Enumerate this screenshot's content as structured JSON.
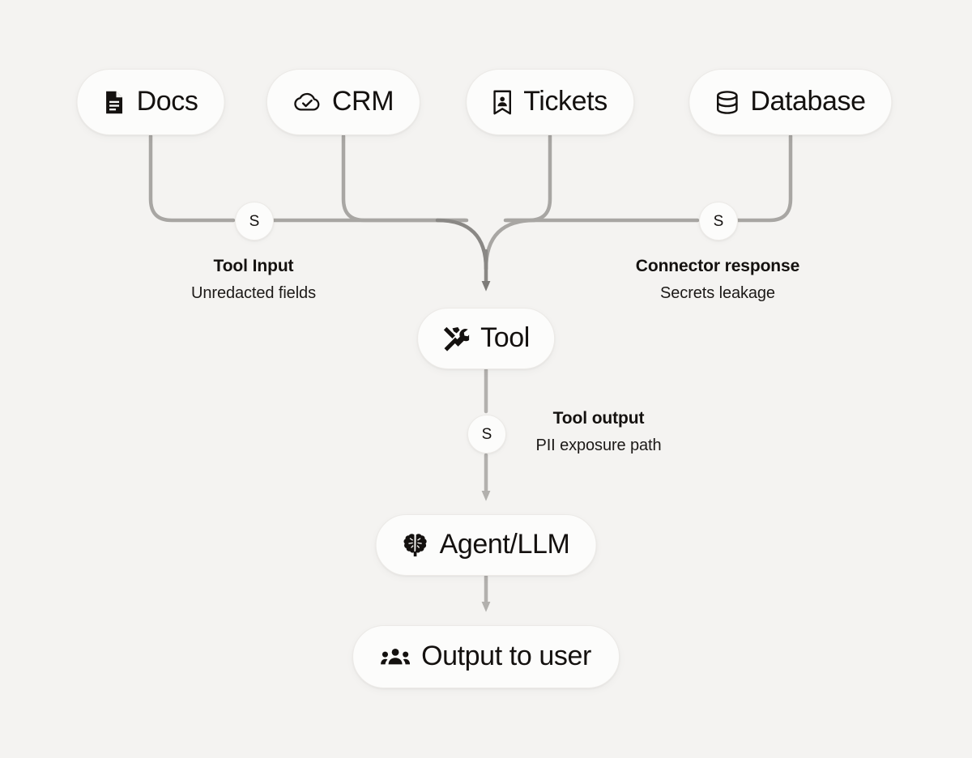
{
  "canvas": {
    "background": "#f4f3f1",
    "wire_color": "#a8a6a3",
    "wire_color_strong": "#8a8885",
    "text_color": "#14110f"
  },
  "sources": [
    {
      "id": "docs",
      "label": "Docs",
      "icon": "document-icon"
    },
    {
      "id": "crm",
      "label": "CRM",
      "icon": "cloud-check-icon"
    },
    {
      "id": "tickets",
      "label": "Tickets",
      "icon": "ticket-person-icon"
    },
    {
      "id": "database",
      "label": "Database",
      "icon": "database-cylinder-icon"
    }
  ],
  "pipeline": [
    {
      "id": "tool",
      "label": "Tool",
      "icon": "hammer-wrench-icon"
    },
    {
      "id": "agent",
      "label": "Agent/LLM",
      "icon": "brain-icon"
    },
    {
      "id": "output",
      "label": "Output to user",
      "icon": "people-group-icon"
    }
  ],
  "badges": {
    "tool_input": "S",
    "connector": "S",
    "tool_output": "S"
  },
  "captions": [
    {
      "id": "tool-input",
      "title": "Tool Input",
      "subtitle": "Unredacted fields"
    },
    {
      "id": "connector",
      "title": "Connector response",
      "subtitle": "Secrets leakage"
    },
    {
      "id": "tool-output",
      "title": "Tool output",
      "subtitle": "PII exposure path"
    }
  ]
}
